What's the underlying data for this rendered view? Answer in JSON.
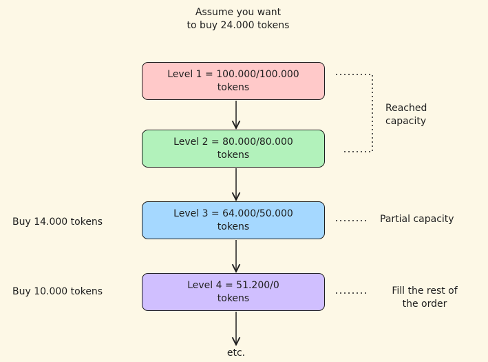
{
  "header": {
    "line1": "Assume you want",
    "line2": "to buy 24.000 tokens"
  },
  "levels": [
    {
      "line1": "Level 1 = 100.000/100.000",
      "line2": "tokens",
      "color": "#ffc9c9"
    },
    {
      "line1": "Level 2 = 80.000/80.000",
      "line2": "tokens",
      "color": "#b2f2bb"
    },
    {
      "line1": "Level 3 = 64.000/50.000",
      "line2": "tokens",
      "color": "#a5d8ff"
    },
    {
      "line1": "Level 4 = 51.200/0",
      "line2": "tokens",
      "color": "#d0bfff"
    }
  ],
  "annotations": {
    "reached_line1": "Reached",
    "reached_line2": "capacity",
    "partial": "Partial capacity",
    "fill_line1": "Fill the rest of",
    "fill_line2": "the order"
  },
  "left_notes": {
    "level3": "Buy 14.000 tokens",
    "level4": "Buy 10.000 tokens"
  },
  "footer": "etc."
}
